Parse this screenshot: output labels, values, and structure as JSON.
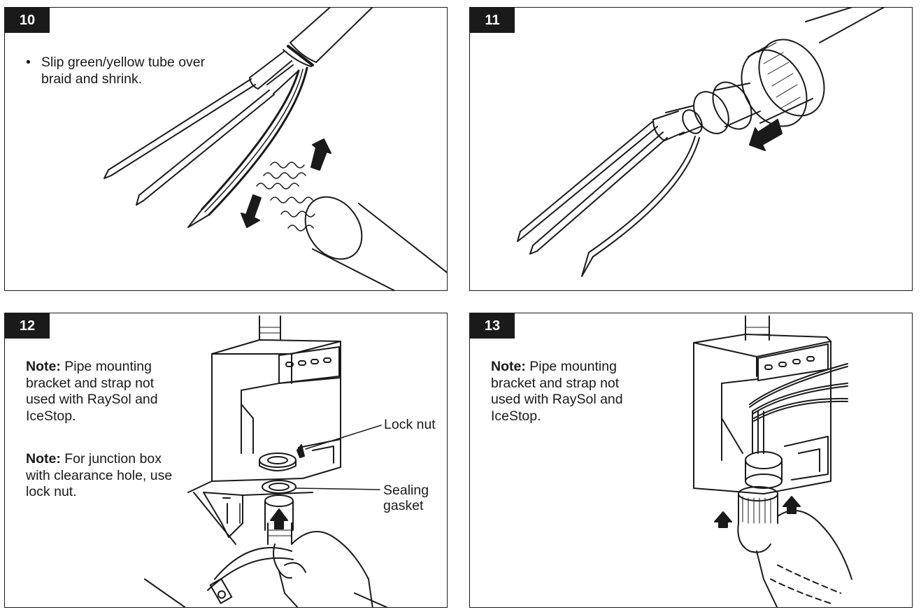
{
  "steps": [
    {
      "number": "10",
      "bullet": "Slip green/yellow tube over braid and shrink."
    },
    {
      "number": "11"
    },
    {
      "number": "12",
      "note1_lead": "Note:",
      "note1_text": " Pipe mounting bracket and strap not used with RaySol and IceStop.",
      "note2_lead": "Note:",
      "note2_text": " For junction box with clearance hole, use lock nut.",
      "label_lock_nut": "Lock nut",
      "label_sealing": "Sealing",
      "label_gasket": "gasket"
    },
    {
      "number": "13",
      "note1_lead": "Note:",
      "note1_text": " Pipe mounting bracket and strap not used with RaySol and IceStop."
    }
  ],
  "colors": {
    "ink": "#1a1a1a",
    "label_bg": "#1a1a1a",
    "label_text": "#ffffff"
  }
}
